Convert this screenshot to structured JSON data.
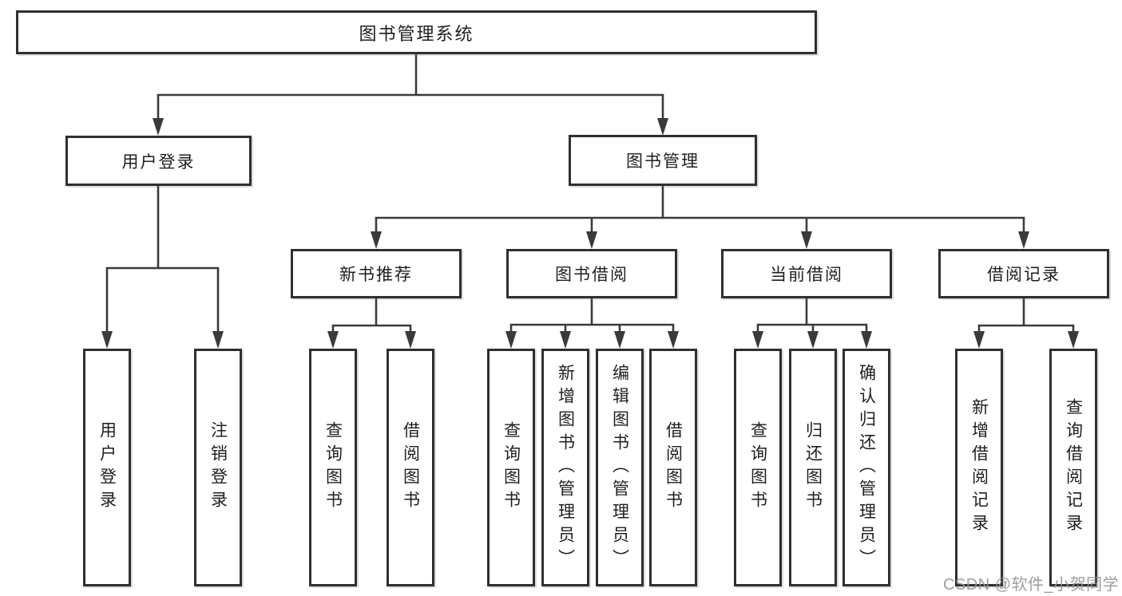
{
  "root": "图书管理系统",
  "user_login": {
    "label": "用户登录",
    "children": [
      "用户登录",
      "注销登录"
    ]
  },
  "book_mgmt": {
    "label": "图书管理"
  },
  "sections": {
    "new_books": {
      "label": "新书推荐",
      "children": [
        "查询图书",
        "借阅图书"
      ]
    },
    "borrow": {
      "label": "图书借阅",
      "children": [
        "查询图书",
        "新增图书（管理员）",
        "编辑图书（管理员）",
        "借阅图书"
      ]
    },
    "current": {
      "label": "当前借阅",
      "children": [
        "查询图书",
        "归还图书",
        "确认归还（管理员）"
      ]
    },
    "records": {
      "label": "借阅记录",
      "children": [
        "新增借阅记录",
        "查询借阅记录"
      ]
    }
  },
  "watermark": "CSDN @软件_小贺同学",
  "colors": {
    "line": "#3a3a3a",
    "border": "#2f2f2f",
    "text": "#1f1f1f",
    "watermark": "#949496"
  }
}
